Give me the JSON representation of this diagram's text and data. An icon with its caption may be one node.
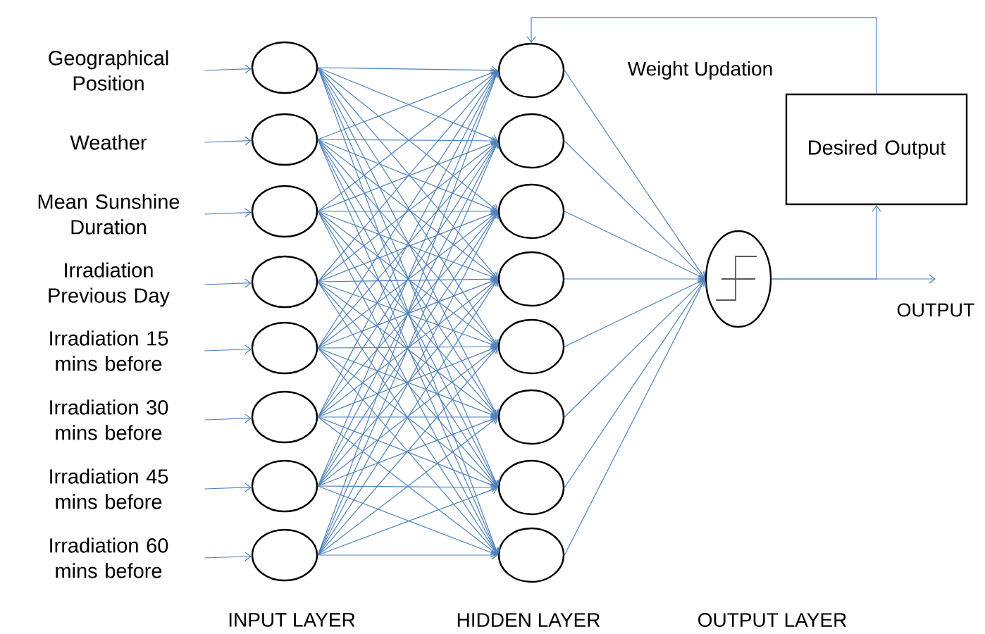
{
  "diagram": {
    "nodes": [
      {
        "text": [
          "Geographical Position"
        ]
      },
      {
        "text": [
          "Weather"
        ]
      },
      {
        "text": [
          "Mean Sunshine Duration"
        ]
      },
      {
        "text": [
          "Irradiation Previous Day"
        ]
      },
      {
        "text": [
          "Irradiation 15 mins before"
        ]
      },
      {
        "text": [
          "Irradiation 30 mins before"
        ]
      },
      {
        "text": [
          "Irradiation 45 mins before"
        ]
      },
      {
        "text": [
          "Irradiation 60 mins before"
        ]
      },
      {
        "text": [],
        "shape": "circle"
      },
      {
        "text": [],
        "shape": "circle"
      },
      {
        "text": [],
        "shape": "circle"
      },
      {
        "text": [],
        "shape": "circle"
      },
      {
        "text": [],
        "shape": "circle"
      },
      {
        "text": [],
        "shape": "circle"
      },
      {
        "text": [],
        "shape": "circle"
      },
      {
        "text": [],
        "shape": "circle"
      },
      {
        "text": [],
        "shape": "circle"
      },
      {
        "text": [],
        "shape": "circle"
      },
      {
        "text": [],
        "shape": "circle"
      },
      {
        "text": [],
        "shape": "circle"
      },
      {
        "text": [],
        "shape": "circle"
      },
      {
        "text": [],
        "shape": "circle"
      },
      {
        "text": [],
        "shape": "circle"
      },
      {
        "text": [],
        "shape": "circle"
      },
      {
        "text": [],
        "shape": "circle"
      },
      {
        "text": [
          "Desired Output"
        ]
      },
      {
        "text": [
          "OUTPUT"
        ]
      }
    ],
    "edges": [
      {
        "from": 0,
        "to": 8,
        "arrow": "to"
      },
      {
        "from": 1,
        "to": 9,
        "arrow": "to"
      },
      {
        "from": 2,
        "to": 10,
        "arrow": "to"
      },
      {
        "from": 3,
        "to": 11,
        "arrow": "to"
      },
      {
        "from": 4,
        "to": 12,
        "arrow": "to"
      },
      {
        "from": 5,
        "to": 13,
        "arrow": "to"
      },
      {
        "from": 6,
        "to": 14,
        "arrow": "to"
      },
      {
        "from": 7,
        "to": 15,
        "arrow": "to"
      },
      {
        "from": 8,
        "to": 16,
        "arrow": "to"
      },
      {
        "from": 8,
        "to": 17,
        "arrow": "to"
      },
      {
        "from": 8,
        "to": 18,
        "arrow": "to"
      },
      {
        "from": 8,
        "to": 19,
        "arrow": "to"
      },
      {
        "from": 8,
        "to": 20,
        "arrow": "to"
      },
      {
        "from": 8,
        "to": 21,
        "arrow": "to"
      },
      {
        "from": 8,
        "to": 22,
        "arrow": "to"
      },
      {
        "from": 8,
        "to": 23,
        "arrow": "to"
      },
      {
        "from": 9,
        "to": 16,
        "arrow": "to"
      },
      {
        "from": 9,
        "to": 17,
        "arrow": "to"
      },
      {
        "from": 9,
        "to": 18,
        "arrow": "to"
      },
      {
        "from": 9,
        "to": 19,
        "arrow": "to"
      },
      {
        "from": 9,
        "to": 20,
        "arrow": "to"
      },
      {
        "from": 9,
        "to": 21,
        "arrow": "to"
      },
      {
        "from": 9,
        "to": 22,
        "arrow": "to"
      },
      {
        "from": 9,
        "to": 23,
        "arrow": "to"
      },
      {
        "from": 10,
        "to": 16,
        "arrow": "to"
      },
      {
        "from": 10,
        "to": 17,
        "arrow": "to"
      },
      {
        "from": 10,
        "to": 18,
        "arrow": "to"
      },
      {
        "from": 10,
        "to": 19,
        "arrow": "to"
      },
      {
        "from": 10,
        "to": 20,
        "arrow": "to"
      },
      {
        "from": 10,
        "to": 21,
        "arrow": "to"
      },
      {
        "from": 10,
        "to": 22,
        "arrow": "to"
      },
      {
        "from": 10,
        "to": 23,
        "arrow": "to"
      },
      {
        "from": 11,
        "to": 16,
        "arrow": "to"
      },
      {
        "from": 11,
        "to": 17,
        "arrow": "to"
      },
      {
        "from": 11,
        "to": 18,
        "arrow": "to"
      },
      {
        "from": 11,
        "to": 19,
        "arrow": "to"
      },
      {
        "from": 11,
        "to": 20,
        "arrow": "to"
      },
      {
        "from": 11,
        "to": 21,
        "arrow": "to"
      },
      {
        "from": 11,
        "to": 22,
        "arrow": "to"
      },
      {
        "from": 11,
        "to": 23,
        "arrow": "to"
      },
      {
        "from": 12,
        "to": 16,
        "arrow": "to"
      },
      {
        "from": 12,
        "to": 17,
        "arrow": "to"
      },
      {
        "from": 12,
        "to": 18,
        "arrow": "to"
      },
      {
        "from": 12,
        "to": 19,
        "arrow": "to"
      },
      {
        "from": 12,
        "to": 20,
        "arrow": "to"
      },
      {
        "from": 12,
        "to": 21,
        "arrow": "to"
      },
      {
        "from": 12,
        "to": 22,
        "arrow": "to"
      },
      {
        "from": 12,
        "to": 23,
        "arrow": "to"
      },
      {
        "from": 13,
        "to": 16,
        "arrow": "to"
      },
      {
        "from": 13,
        "to": 17,
        "arrow": "to"
      },
      {
        "from": 13,
        "to": 18,
        "arrow": "to"
      },
      {
        "from": 13,
        "to": 19,
        "arrow": "to"
      },
      {
        "from": 13,
        "to": 20,
        "arrow": "to"
      },
      {
        "from": 13,
        "to": 21,
        "arrow": "to"
      },
      {
        "from": 13,
        "to": 22,
        "arrow": "to"
      },
      {
        "from": 13,
        "to": 23,
        "arrow": "to"
      },
      {
        "from": 14,
        "to": 16,
        "arrow": "to"
      },
      {
        "from": 14,
        "to": 17,
        "arrow": "to"
      },
      {
        "from": 14,
        "to": 18,
        "arrow": "to"
      },
      {
        "from": 14,
        "to": 19,
        "arrow": "to"
      },
      {
        "from": 14,
        "to": 20,
        "arrow": "to"
      },
      {
        "from": 14,
        "to": 21,
        "arrow": "to"
      },
      {
        "from": 14,
        "to": 22,
        "arrow": "to"
      },
      {
        "from": 14,
        "to": 23,
        "arrow": "to"
      },
      {
        "from": 15,
        "to": 16,
        "arrow": "to"
      },
      {
        "from": 15,
        "to": 17,
        "arrow": "to"
      },
      {
        "from": 15,
        "to": 18,
        "arrow": "to"
      },
      {
        "from": 15,
        "to": 19,
        "arrow": "to"
      },
      {
        "from": 15,
        "to": 20,
        "arrow": "to"
      },
      {
        "from": 15,
        "to": 21,
        "arrow": "to"
      },
      {
        "from": 15,
        "to": 22,
        "arrow": "to"
      },
      {
        "from": 15,
        "to": 23,
        "arrow": "to"
      },
      {
        "from": 16,
        "to": 24,
        "arrow": "to"
      },
      {
        "from": 17,
        "to": 24,
        "arrow": "to"
      },
      {
        "from": 18,
        "to": 24,
        "arrow": "to"
      },
      {
        "from": 19,
        "to": 24,
        "arrow": "to"
      },
      {
        "from": 20,
        "to": 24,
        "arrow": "to"
      },
      {
        "from": 21,
        "to": 24,
        "arrow": "to"
      },
      {
        "from": 22,
        "to": 24,
        "arrow": "to"
      },
      {
        "from": 23,
        "to": 24,
        "arrow": "to"
      },
      {
        "from": 24,
        "to": 26,
        "arrow": "to"
      },
      {
        "from": 24,
        "to": 25,
        "arrow": "to"
      },
      {
        "from": 25,
        "to": 16,
        "arrow": "to"
      }
    ],
    "labels": [
      "Weight Updation",
      "INPUT LAYER",
      "HIDDEN LAYER",
      "OUTPUT LAYER"
    ]
  }
}
